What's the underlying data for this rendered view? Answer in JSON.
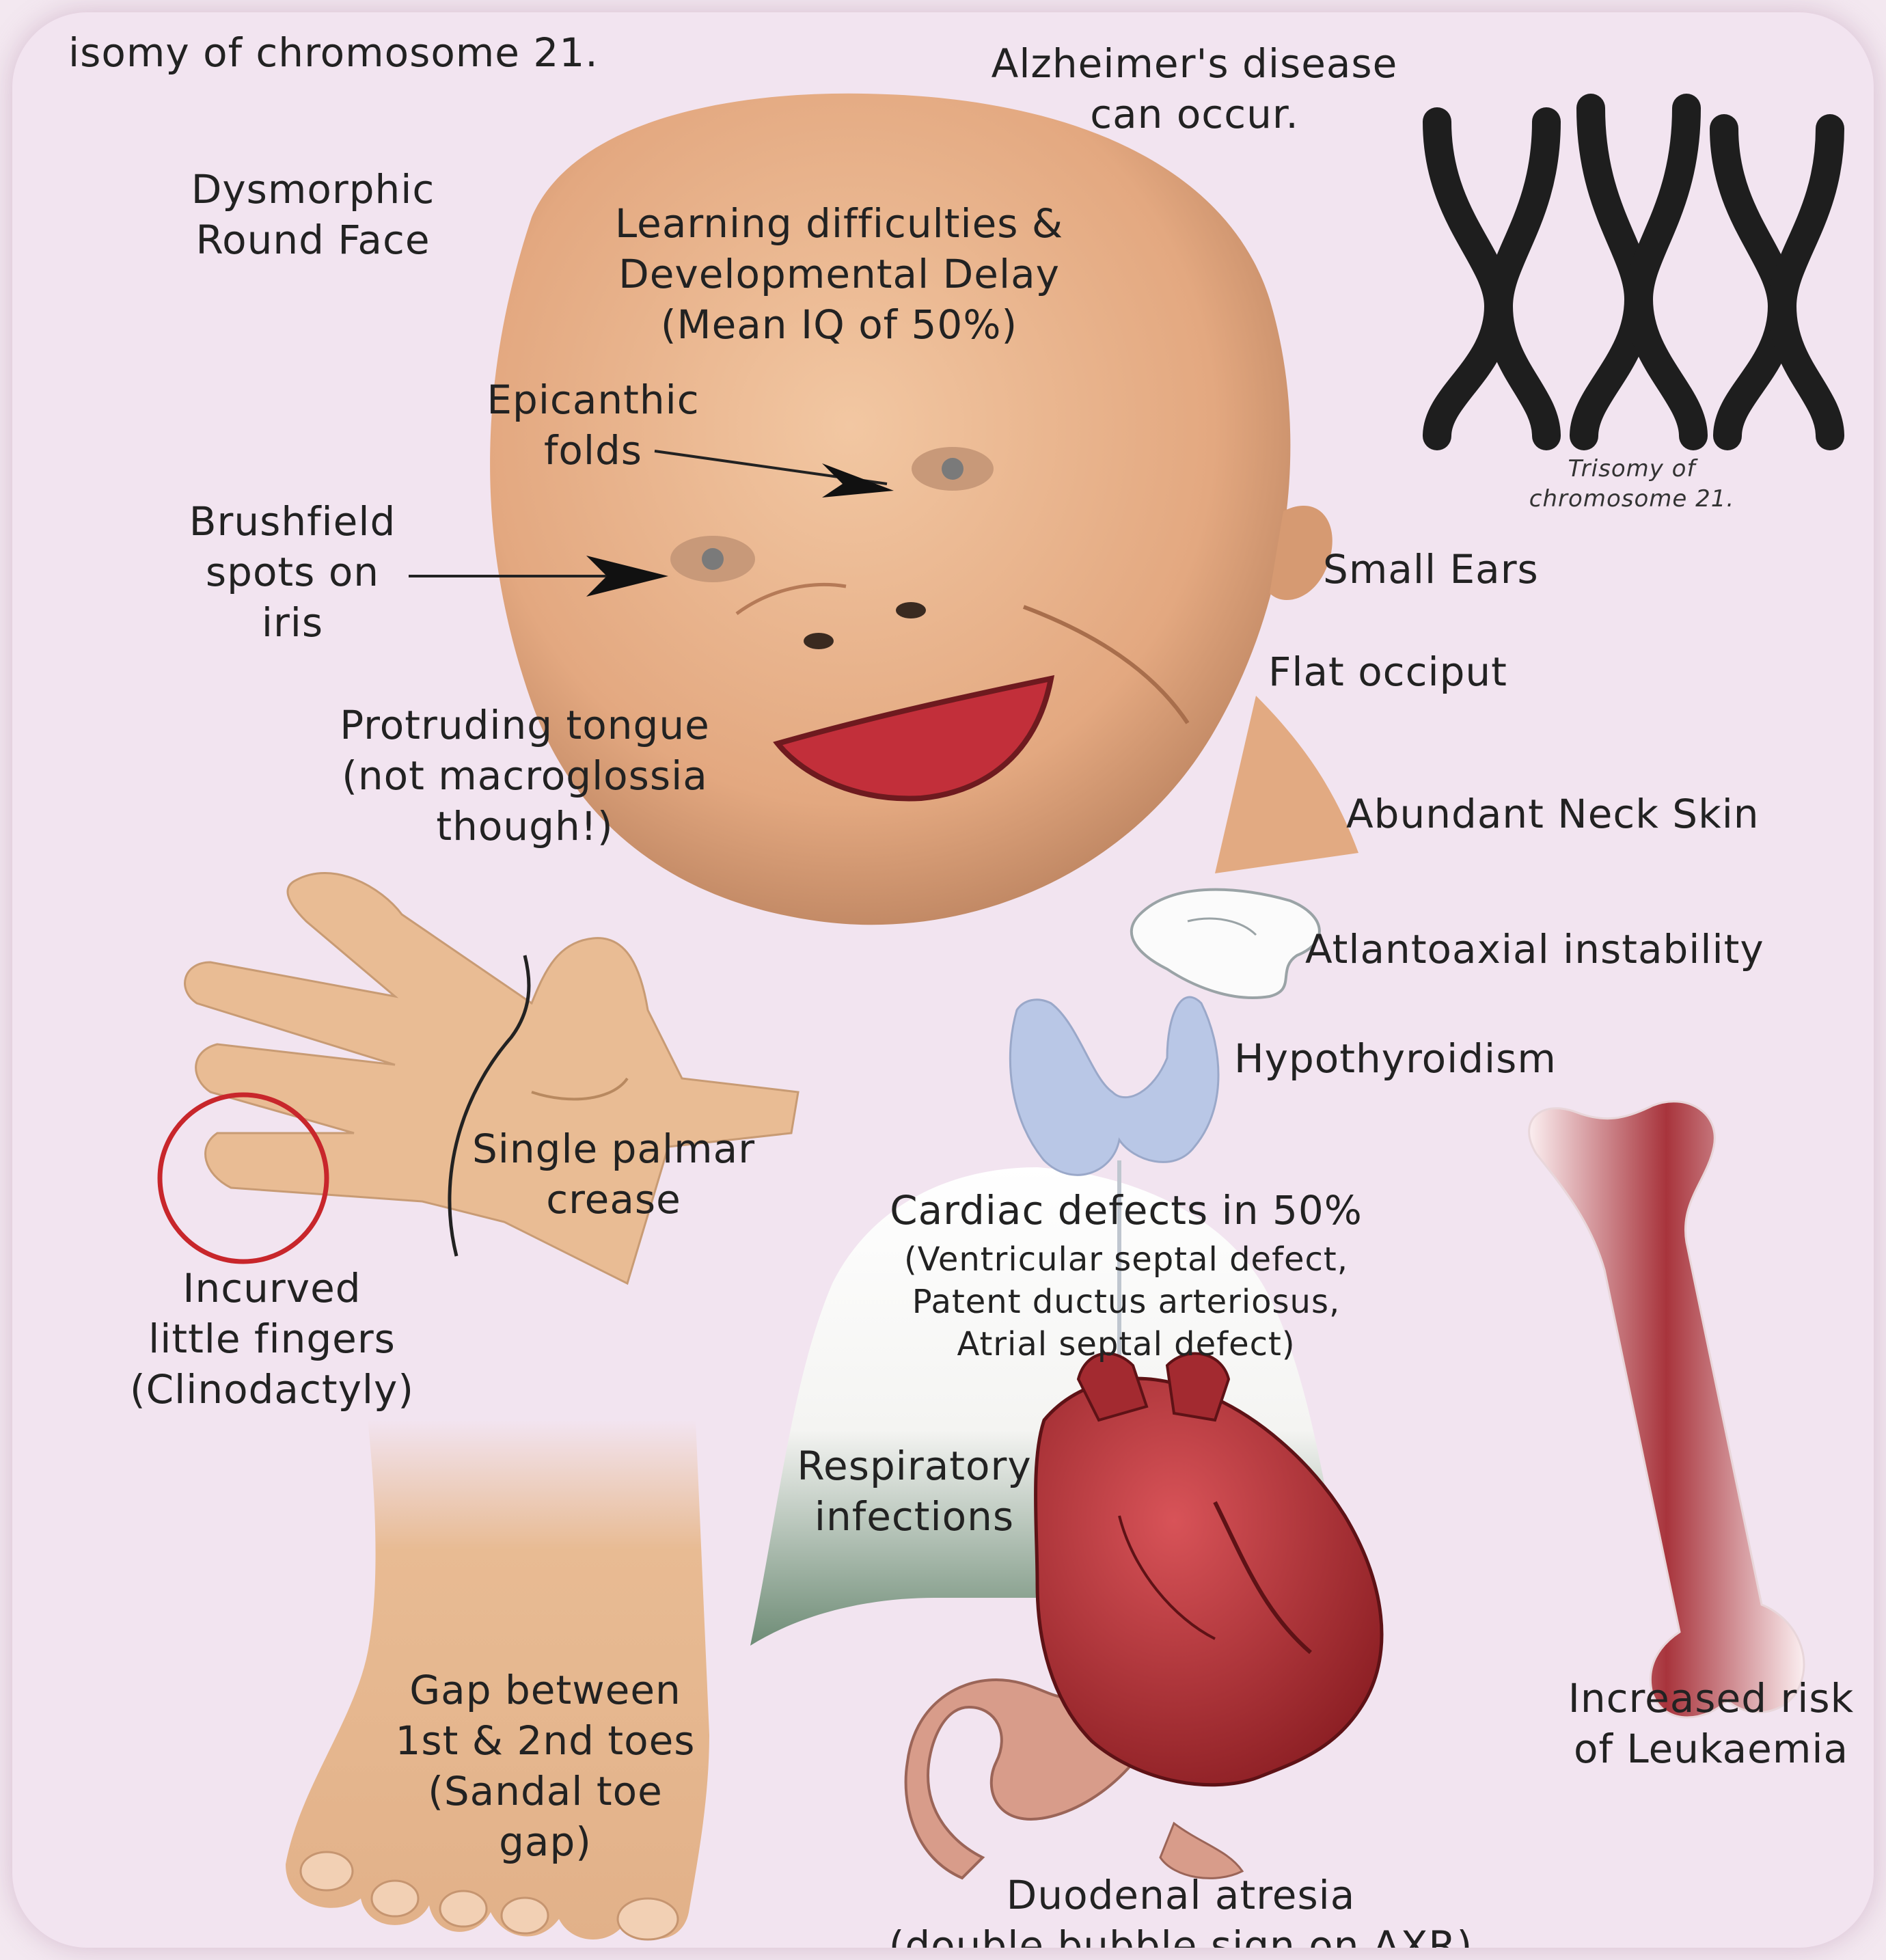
{
  "labels": {
    "trisomy_header": "isomy of chromosome 21.",
    "alzheimers": "Alzheimer's disease\ncan occur.",
    "dysmorphic_face": "Dysmorphic\nRound Face",
    "learning": "Learning difficulties &\nDevelopmental Delay\n(Mean IQ of 50%)",
    "epicanthic": "Epicanthic\nfolds",
    "brushfield": "Brushfield\nspots on\niris",
    "small_ears": "Small Ears",
    "flat_occiput": "Flat occiput",
    "tongue": "Protruding tongue\n(not macroglossia\nthough!)",
    "neck_skin": "Abundant Neck Skin",
    "atlantoaxial": "Atlantoaxial instability",
    "hypothyroidism": "Hypothyroidism",
    "palmar_crease": "Single palmar\ncrease",
    "clinodactyly": "Incurved\nlittle fingers\n(Clinodactyly)",
    "cardiac_title": "Cardiac defects in 50%",
    "cardiac_detail": "(Ventricular septal defect,\nPatent ductus arteriosus,\nAtrial septal defect)",
    "respiratory": "Respiratory\ninfections",
    "sandal_gap": "Gap between\n1st & 2nd toes\n(Sandal toe\ngap)",
    "leukaemia": "Increased risk\nof Leukaemia",
    "duodenal": "Duodenal atresia\n(double bubble sign on AXR)",
    "chromosome_caption": "Trisomy of\nchromosome 21."
  },
  "colors": {
    "background": "#f2e4f0",
    "skin": "#e8b48c",
    "text": "#222222",
    "chromosome": "#1e1e1e",
    "heart": "#b8343a",
    "thyroid": "#b9c7e6",
    "circle_marker": "#c8262b"
  },
  "icons": [
    "face-illustration",
    "chromosome-icon",
    "hand-illustration",
    "foot-illustration",
    "thyroid-icon",
    "vertebra-icon",
    "lungs-illustration",
    "heart-icon",
    "stomach-icon",
    "bone-icon"
  ]
}
